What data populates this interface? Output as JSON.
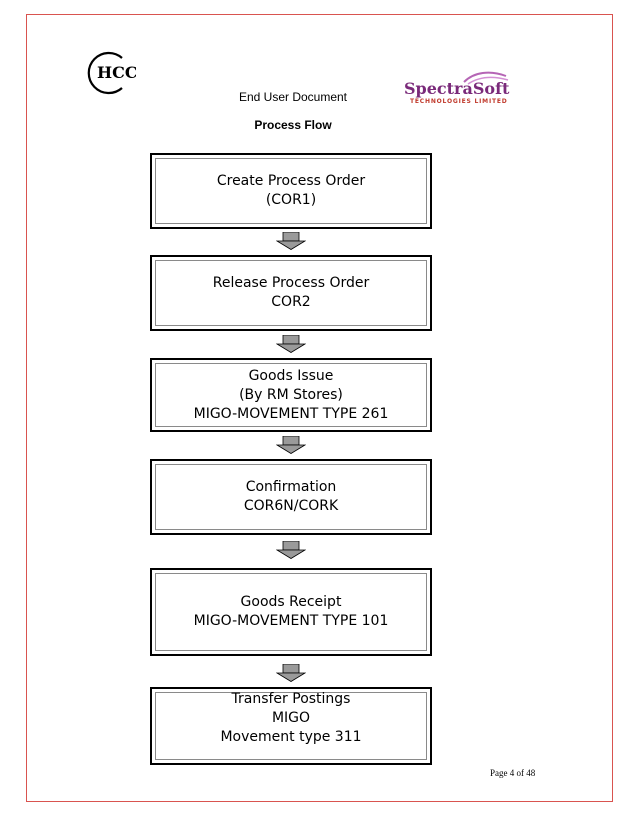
{
  "header": {
    "logo_left": "HCC",
    "logo_right_line1": "SpectraSoft",
    "logo_right_line2": "TECHNOLOGIES LIMITED",
    "doc_title": "End User Document",
    "section_title": "Process Flow"
  },
  "steps": [
    {
      "text": "Create Process Order\n(COR1)"
    },
    {
      "text": "Release Process Order\nCOR2"
    },
    {
      "text": "Goods Issue\n(By RM Stores)\nMIGO-MOVEMENT TYPE 261"
    },
    {
      "text": "Confirmation\nCOR6N/CORK"
    },
    {
      "text": "Goods Receipt\nMIGO-MOVEMENT TYPE 101"
    },
    {
      "text": "Transfer Postings\nMIGO\nMovement type 311"
    }
  ],
  "footer": {
    "page_number": "Page 4 of 48"
  },
  "colors": {
    "frame": "#d9534f",
    "arrow_fill": "#9a9a9a",
    "spectra_purple": "#7a2a7a",
    "spectra_red": "#c0392b"
  }
}
